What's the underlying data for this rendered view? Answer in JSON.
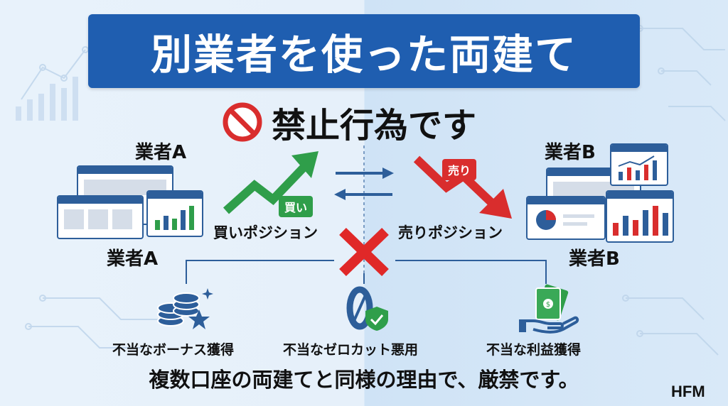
{
  "title": "別業者を使った両建て",
  "subtitle": "禁止行為です",
  "left": {
    "label_top": "業者A",
    "label_bottom": "業者A",
    "position": "買いポジション",
    "badge": "買い"
  },
  "right": {
    "label_top": "業者B",
    "label_bottom": "業者B",
    "position": "売りポジション",
    "badge": "売り"
  },
  "reasons": [
    {
      "label": "不当なボーナス獲得",
      "icon": "coins-star-icon"
    },
    {
      "label": "不当なゼロカット悪用",
      "icon": "zero-shield-icon"
    },
    {
      "label": "不当な利益獲得",
      "icon": "money-hand-icon"
    }
  ],
  "bottom_text": "複数口座の両建てと同様の理由で、厳禁です。",
  "logo": "HFM",
  "colors": {
    "title_bg": "#1f5eb0",
    "buy_green": "#2f9e4a",
    "sell_red": "#d92d2d",
    "cross_red": "#e02828",
    "icon_blue": "#2d5e9a"
  }
}
